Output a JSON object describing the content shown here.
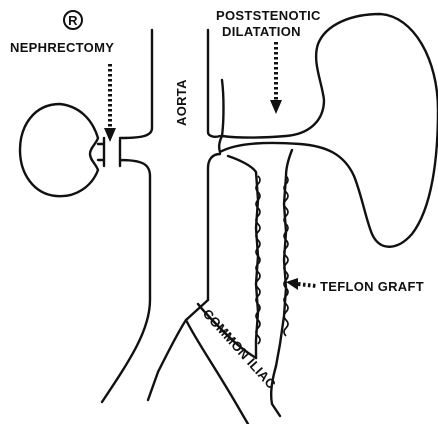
{
  "labels": {
    "marker": "R",
    "nephrectomy": "NEPHRECTOMY",
    "aorta": "AORTA",
    "poststenotic_line1": "POSTSTENOTIC",
    "poststenotic_line2": "DILATATION",
    "teflon_graft": "TEFLON GRAFT",
    "common_iliac": "COMMON ILIAC"
  }
}
